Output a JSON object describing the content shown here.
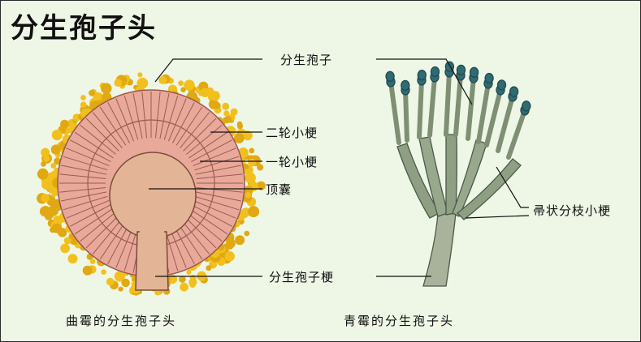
{
  "title": "分生孢子头",
  "labels": {
    "conidium": "分生孢子",
    "secondary_sterigma": "二轮小梗",
    "primary_sterigma": "一轮小梗",
    "vesicle": "顶囊",
    "conidiophore": "分生孢子梗",
    "broom_branches": "帚状分枝小梗"
  },
  "captions": {
    "aspergillus": "曲霉的分生孢子头",
    "penicillium": "青霉的分生孢子头"
  },
  "colors": {
    "spores_yellow": "#f2c01e",
    "sterigma_pink": "#e8a99a",
    "vesicle_tan": "#e3b596",
    "penicillium_green": "#8f9f84",
    "penicillium_spore_teal": "#2f6b73",
    "background": "#eef6e6"
  }
}
